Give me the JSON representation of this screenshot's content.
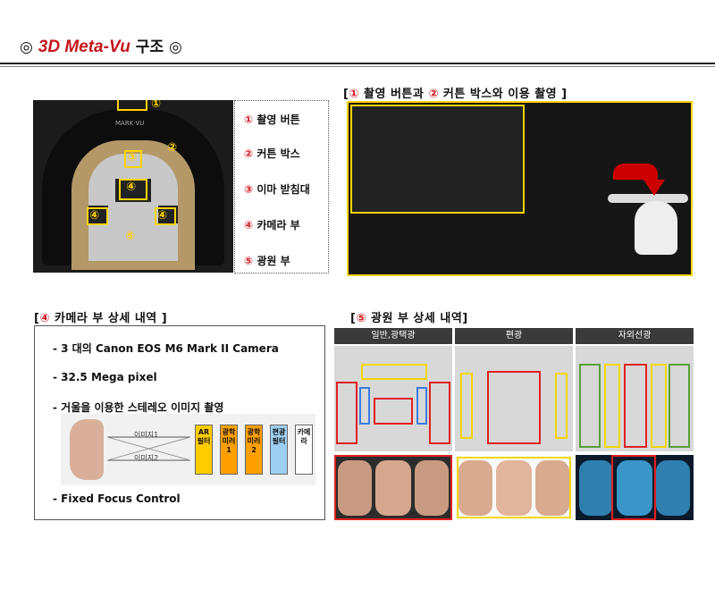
{
  "header": {
    "title_prefix": "◎ ",
    "title_brand": "3D Meta-Vu",
    "title_suffix": " 구조 ◎"
  },
  "device": {
    "brand_label": "MARK·VU",
    "callouts": [
      "①",
      "②",
      "③",
      "④",
      "④",
      "④",
      "⑤"
    ],
    "legend": [
      {
        "num": "①",
        "label": "촬영 버튼"
      },
      {
        "num": "②",
        "label": "커튼 박스"
      },
      {
        "num": "③",
        "label": "이마 받침대"
      },
      {
        "num": "④",
        "label": "카메라 부"
      },
      {
        "num": "⑤",
        "label": "광원 부"
      }
    ]
  },
  "capture_section": {
    "open": "[",
    "num1": "①",
    "text1": " 촬영 버튼과 ",
    "num2": "②",
    "text2": " 커튼 박스와 이용 촬영 ",
    "close": "]"
  },
  "camera_section": {
    "open": "[",
    "num": "④",
    "text": " 카메라 부 상세 내역 ",
    "close": "]",
    "items": [
      "- 3 대의 Canon EOS M6 Mark II Camera",
      "- 32.5 Mega pixel",
      "- 거울을 이용한 스테레오 이미지 촬영",
      "-  Fixed Focus Control"
    ],
    "diagram": {
      "image_labels": [
        "이미지1",
        "이미지2"
      ],
      "filters": [
        {
          "text": "AR 필터",
          "color": "#ffcc00"
        },
        {
          "text": "광학 미러1",
          "color": "#ffa000"
        },
        {
          "text": "광학 미러2",
          "color": "#ffa000"
        },
        {
          "text": "편광 필터",
          "color": "#9dcff0"
        },
        {
          "text": "카메라",
          "color": "#ffffff"
        }
      ]
    }
  },
  "light_section": {
    "open": "[",
    "num": "⑤",
    "text": " 광원 부 상세 내역",
    "close": "]",
    "columns": [
      "일반,광택광",
      "편광",
      "자외선광"
    ]
  }
}
